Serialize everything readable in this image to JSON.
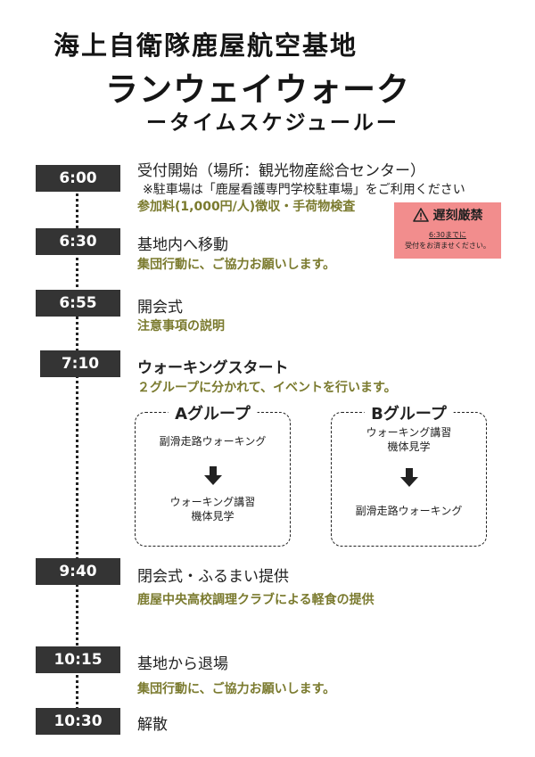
{
  "header": {
    "line1": "海上自衛隊鹿屋航空基地",
    "line2": "ランウェイウォーク",
    "line3": "ータイムスケジュールー"
  },
  "schedule": [
    {
      "time": "6:00",
      "title": "受付開始（場所：観光物産総合センター）",
      "note": "※駐車場は「鹿屋看護専門学校駐車場」をご利用ください",
      "sub": "参加料(1,000円/人)徴収・手荷物検査"
    },
    {
      "time": "6:30",
      "title": "基地内へ移動",
      "sub": "集団行動に、ご協力お願いします。"
    },
    {
      "time": "6:55",
      "title": "開会式",
      "sub": "注意事項の説明"
    },
    {
      "time": "7:10",
      "title": "ウォーキングスタート",
      "sub": "２グループに分かれて、イベントを行います。"
    },
    {
      "time": "9:40",
      "title": "閉会式・ふるまい提供",
      "sub": "鹿屋中央高校調理クラブによる軽食の提供"
    },
    {
      "time": "10:15",
      "title": "基地から退場",
      "sub": "集団行動に、ご協力お願いします。"
    },
    {
      "time": "10:30",
      "title": "解散"
    }
  ],
  "warning": {
    "label": "遅刻厳禁",
    "line1": "6:30までに",
    "line2": "受付をお済ませください。"
  },
  "groups": [
    {
      "name": "Aグループ",
      "first": [
        "副滑走路ウォーキング"
      ],
      "second": [
        "ウォーキング講習",
        "機体見学"
      ]
    },
    {
      "name": "Bグループ",
      "first": [
        "ウォーキング講習",
        "機体見学"
      ],
      "second": [
        "副滑走路ウォーキング"
      ]
    }
  ],
  "colors": {
    "time_box": "#343434",
    "sub_text": "#7a7a2e",
    "warning_bg": "#f28d8d"
  }
}
